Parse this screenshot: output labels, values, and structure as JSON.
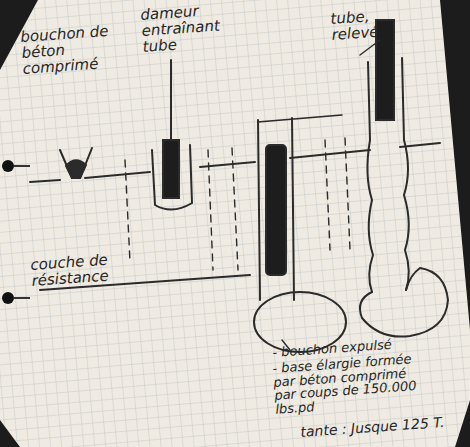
{
  "diagram": {
    "labels": [
      "bouchon de béton comprimé",
      "dameur entraînant tube",
      "tube, relevé",
      "couche de résistance",
      "- bouchon expulsé",
      "- base élargie formée par béton comprimé par coups de 150.000 lbs.pd",
      "tante : Jusque 125 T."
    ]
  }
}
